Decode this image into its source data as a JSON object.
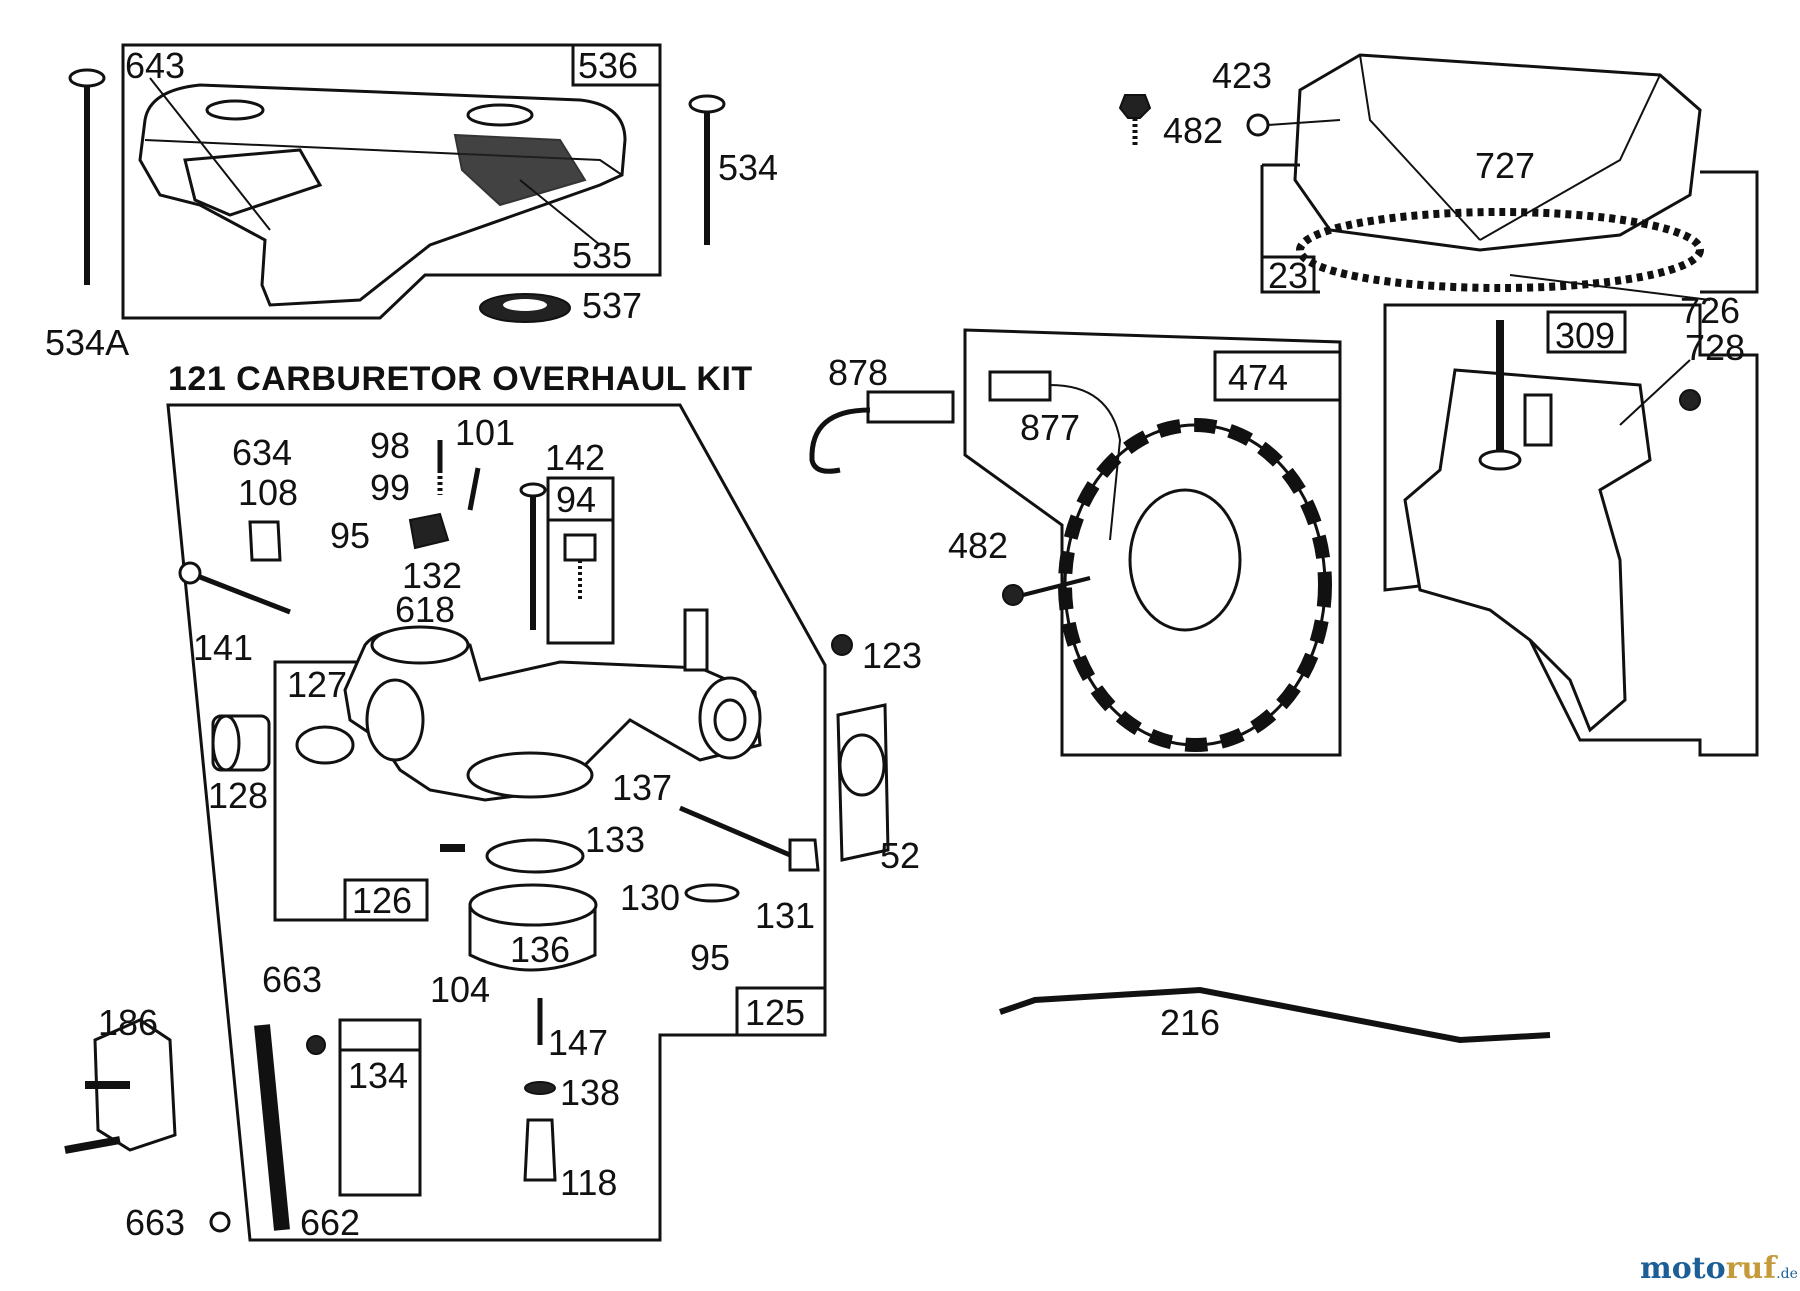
{
  "kit_title": "121 CARBURETOR OVERHAUL KIT",
  "parts": {
    "p643": "643",
    "p536": "536",
    "p534": "534",
    "p535": "535",
    "p534a": "534A",
    "p537": "537",
    "p423": "423",
    "p482a": "482",
    "p727": "727",
    "p23": "23",
    "p726": "726",
    "p309": "309",
    "p728": "728",
    "p878": "878",
    "p474": "474",
    "p877": "877",
    "p482b": "482",
    "p634": "634",
    "p108": "108",
    "p95a": "95",
    "p98": "98",
    "p99": "99",
    "p101": "101",
    "p142": "142",
    "p94": "94",
    "p132": "132",
    "p618": "618",
    "p141": "141",
    "p123": "123",
    "p127": "127",
    "p128": "128",
    "p137": "137",
    "p133": "133",
    "p52": "52",
    "p130": "130",
    "p131": "131",
    "p95b": "95",
    "p126": "126",
    "p136": "136",
    "p104": "104",
    "p125": "125",
    "p663a": "663",
    "p134": "134",
    "p147": "147",
    "p138": "138",
    "p118": "118",
    "p186": "186",
    "p663b": "663",
    "p662": "662",
    "p216": "216"
  },
  "watermark": {
    "main": "moto",
    "accent": "ruf",
    "suffix": ".de",
    "main_color": "#1c5f96",
    "accent_color": "#c59a3a"
  }
}
